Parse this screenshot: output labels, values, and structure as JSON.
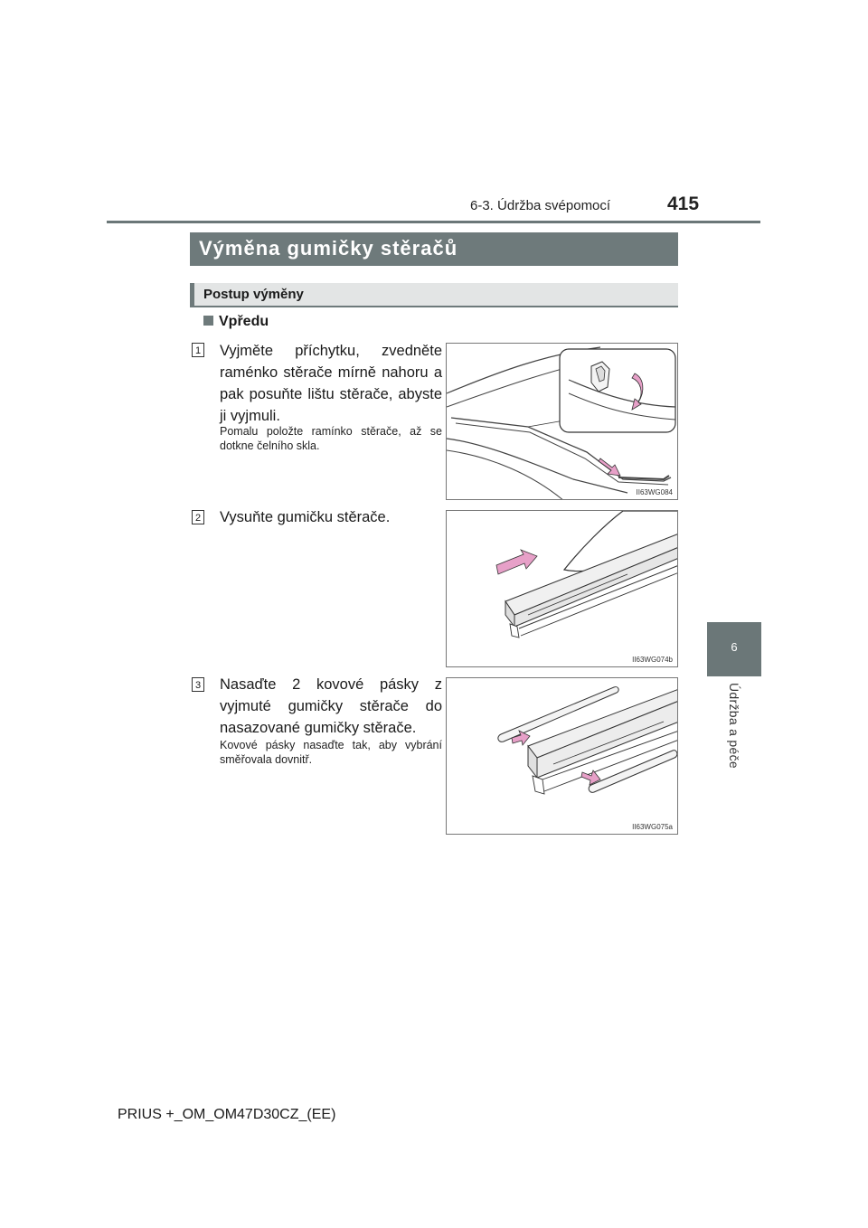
{
  "header": {
    "section": "6-3. Údržba svépomocí",
    "page_number": "415"
  },
  "side_tab": {
    "chapter_number": "6",
    "chapter_title": "Údržba a péče"
  },
  "title": "Výměna gumičky stěračů",
  "subtitle": "Postup výměny",
  "subsection": "Vpředu",
  "steps": [
    {
      "number": "1",
      "text": "Vyjměte příchytku, zvedněte raménko stěrače mírně nahoru a pak posuňte lištu stěrače, abyste ji vyjmuli.",
      "note": "Pomalu položte ramínko stěrače, až se dotkne čelního skla.",
      "figure_code": "II63WG084"
    },
    {
      "number": "2",
      "text": "Vysuňte gumičku stěrače.",
      "note": "",
      "figure_code": "II63WG074b"
    },
    {
      "number": "3",
      "text": "Nasaďte 2 kovové pásky z vyjmuté gumičky stěrače do nasazované gumičky stěrače.",
      "note": "Kovové pásky nasaďte tak, aby vybrání směřovala dovnitř.",
      "figure_code": "II63WG075a"
    }
  ],
  "colors": {
    "bar": "#6e7a7b",
    "arrow": "#e7a0c8"
  },
  "footer": "PRIUS +_OM_OM47D30CZ_(EE)"
}
